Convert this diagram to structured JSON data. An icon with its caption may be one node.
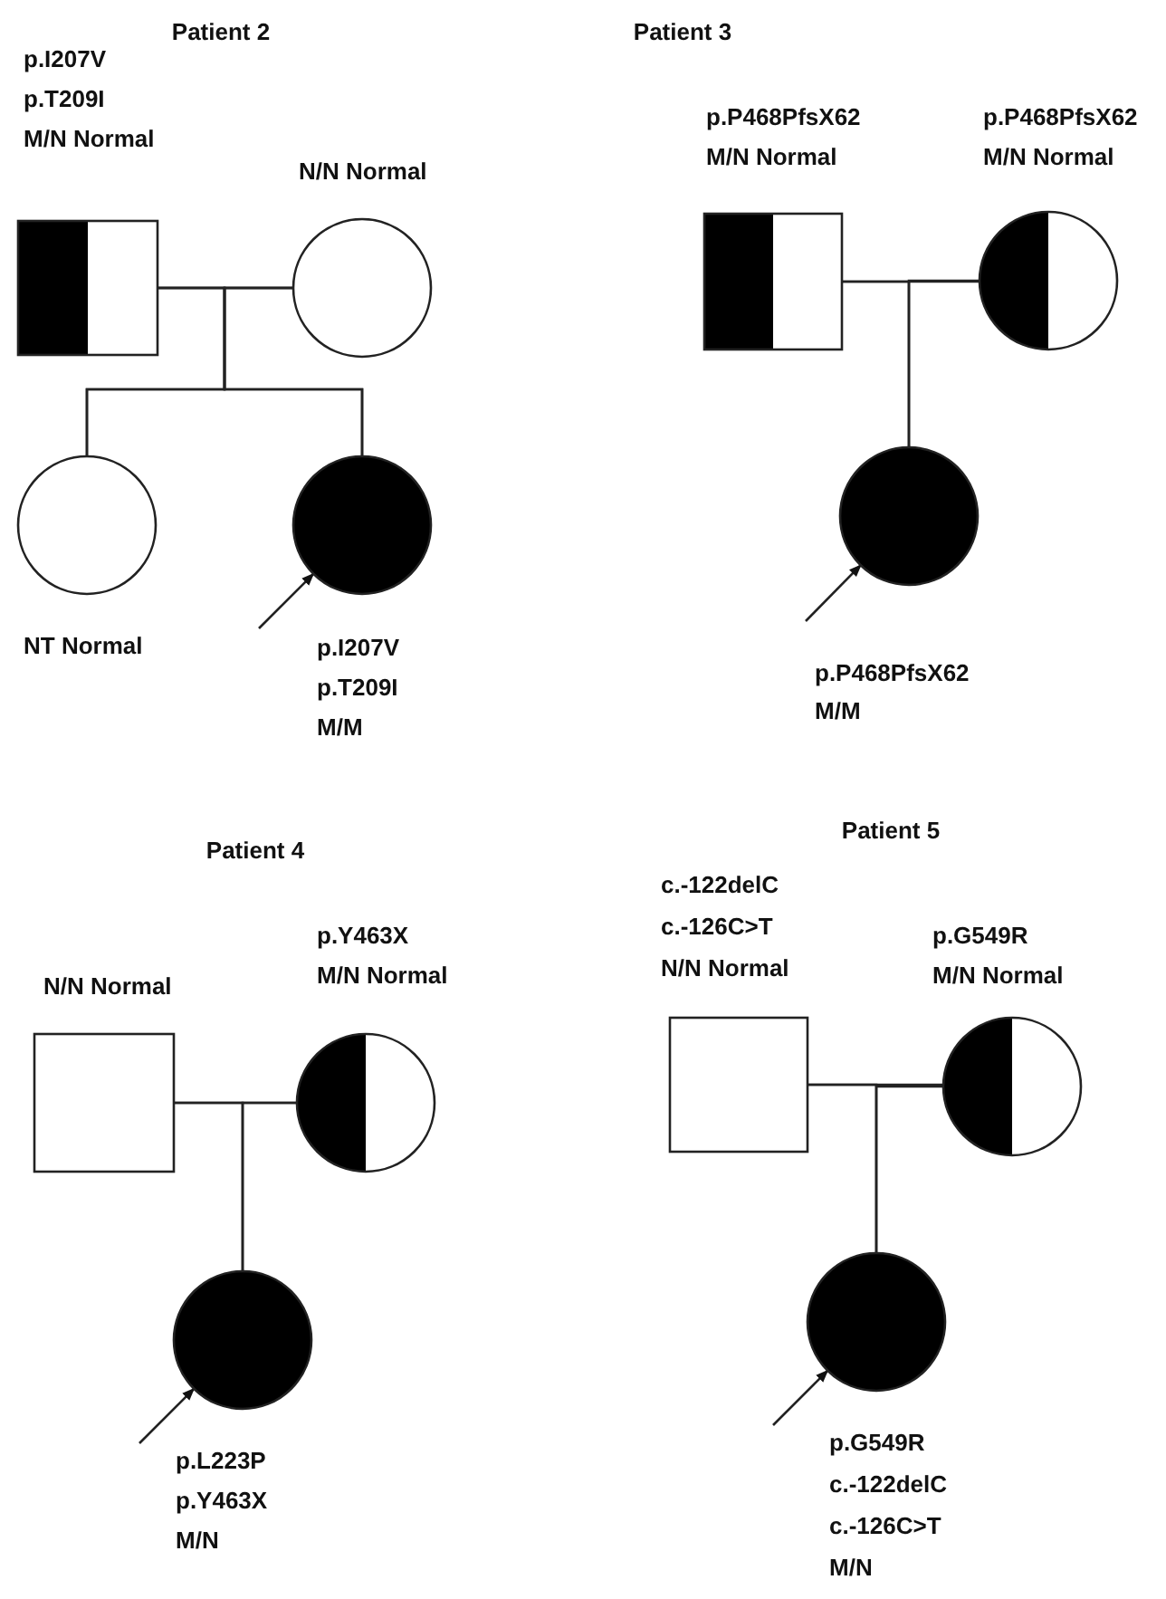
{
  "diagram": {
    "nodes": [
      {
        "text": [],
        "shape": "box",
        "beside": [
          "p.I207V",
          "p.T209I",
          "M/N Normal"
        ]
      },
      {
        "text": [],
        "shape": "circle",
        "beside": [
          "N/N Normal"
        ]
      },
      {
        "text": [],
        "shape": "circle",
        "beside": [
          "NT Normal"
        ]
      },
      {
        "text": [],
        "shape": "circle",
        "beside": [
          "p.I207V",
          "p.T209I",
          "M/M"
        ]
      },
      {
        "text": [],
        "shape": "box",
        "beside": [
          "p.P468PfsX62",
          "M/N Normal"
        ]
      },
      {
        "text": [],
        "shape": "circle",
        "beside": [
          "p.P468PfsX62",
          "M/N Normal"
        ]
      },
      {
        "text": [],
        "shape": "circle",
        "beside": [
          "p.P468PfsX62",
          "M/M"
        ]
      },
      {
        "text": [],
        "shape": "box",
        "beside": [
          "N/N Normal"
        ]
      },
      {
        "text": [],
        "shape": "circle",
        "beside": [
          "p.Y463X",
          "M/N Normal"
        ]
      },
      {
        "text": [],
        "shape": "circle",
        "beside": [
          "p.L223P",
          "p.Y463X",
          "M/N"
        ]
      },
      {
        "text": [],
        "shape": "box",
        "beside": [
          "c.-122delC",
          "c.-126C>T",
          "N/N Normal"
        ]
      },
      {
        "text": [],
        "shape": "circle",
        "beside": [
          "p.G549R",
          "M/N Normal"
        ]
      },
      {
        "text": [],
        "shape": "circle",
        "beside": [
          "p.G549R",
          "c.-122delC",
          "c.-126C>T",
          "M/N"
        ]
      }
    ],
    "edges": [
      {
        "from": 0,
        "to": 1,
        "arrow": "none"
      },
      {
        "from": 0,
        "to": 2,
        "arrow": "none"
      },
      {
        "from": 1,
        "to": 2,
        "arrow": "none"
      },
      {
        "from": 0,
        "to": 3,
        "arrow": "none"
      },
      {
        "from": 1,
        "to": 3,
        "arrow": "none"
      },
      {
        "from": null,
        "to": 3,
        "arrow": "to"
      },
      {
        "from": 4,
        "to": 5,
        "arrow": "none"
      },
      {
        "from": 4,
        "to": 6,
        "arrow": "none"
      },
      {
        "from": 5,
        "to": 6,
        "arrow": "none"
      },
      {
        "from": null,
        "to": 6,
        "arrow": "to"
      },
      {
        "from": 7,
        "to": 8,
        "arrow": "none"
      },
      {
        "from": 7,
        "to": 9,
        "arrow": "none"
      },
      {
        "from": 8,
        "to": 9,
        "arrow": "none"
      },
      {
        "from": null,
        "to": 9,
        "arrow": "to"
      },
      {
        "from": 10,
        "to": 11,
        "arrow": "none"
      },
      {
        "from": 10,
        "to": 12,
        "arrow": "none"
      },
      {
        "from": 11,
        "to": 12,
        "arrow": "none"
      },
      {
        "from": null,
        "to": 12,
        "arrow": "to"
      }
    ],
    "labels": [
      "Patient 2",
      "Patient 3",
      "Patient 4",
      "Patient 5"
    ]
  }
}
